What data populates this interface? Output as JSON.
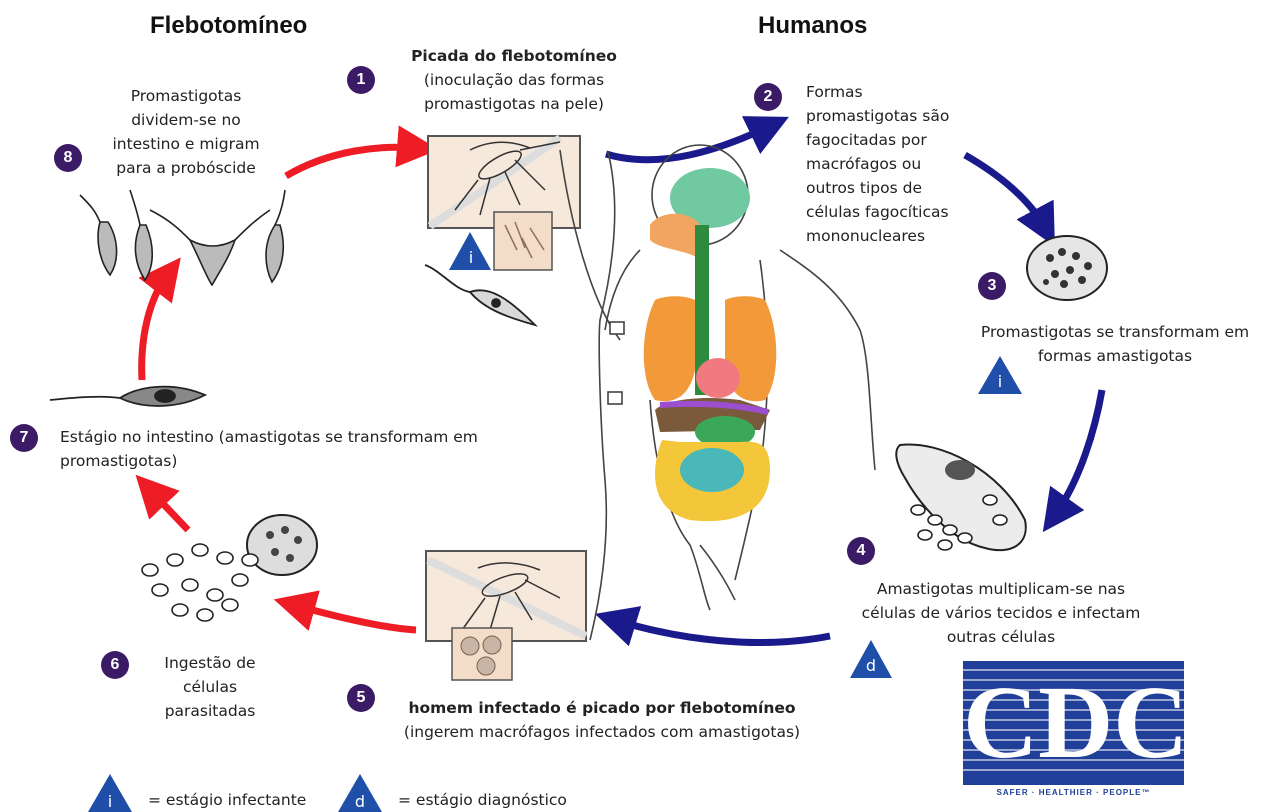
{
  "headers": {
    "left": "Flebotomíneo",
    "right": "Humanos"
  },
  "steps": [
    {
      "num": "1",
      "title": "Picada do flebotomíneo",
      "text": "(inoculação das formas promastigotas na pele)"
    },
    {
      "num": "2",
      "text": "Formas promastigotas são fagocitadas por macrófagos ou outros tipos de células fagocíticas mononucleares"
    },
    {
      "num": "3",
      "text": "Promastigotas se transformam  em formas amastigotas"
    },
    {
      "num": "4",
      "text": "Amastigotas multiplicam-se nas células de vários tecidos e infectam outras células"
    },
    {
      "num": "5",
      "title": "homem infectado é picado por flebotomíneo",
      "text": "(ingerem macrófagos infectados com amastigotas)"
    },
    {
      "num": "6",
      "text": "Ingestão de células parasitadas"
    },
    {
      "num": "7",
      "text": "Estágio no intestino (amastigotas se transformam em promastigotas)"
    },
    {
      "num": "8",
      "text": "Promastigotas dividem-se no intestino e migram para a probóscide"
    }
  ],
  "legend": {
    "infective_letter": "i",
    "infective_label": "= estágio infectante",
    "diagnostic_letter": "d",
    "diagnostic_label": "= estágio diagnóstico"
  },
  "logo": {
    "text": "CDC",
    "tagline": "SAFER · HEALTHIER · PEOPLE™"
  },
  "colors": {
    "arrow_red": "#ee1c25",
    "arrow_blue": "#1a1a8c",
    "badge_purple": "#3b1a66",
    "triangle_blue": "#1f4fa8",
    "cdc_blue": "#1f3f99"
  }
}
